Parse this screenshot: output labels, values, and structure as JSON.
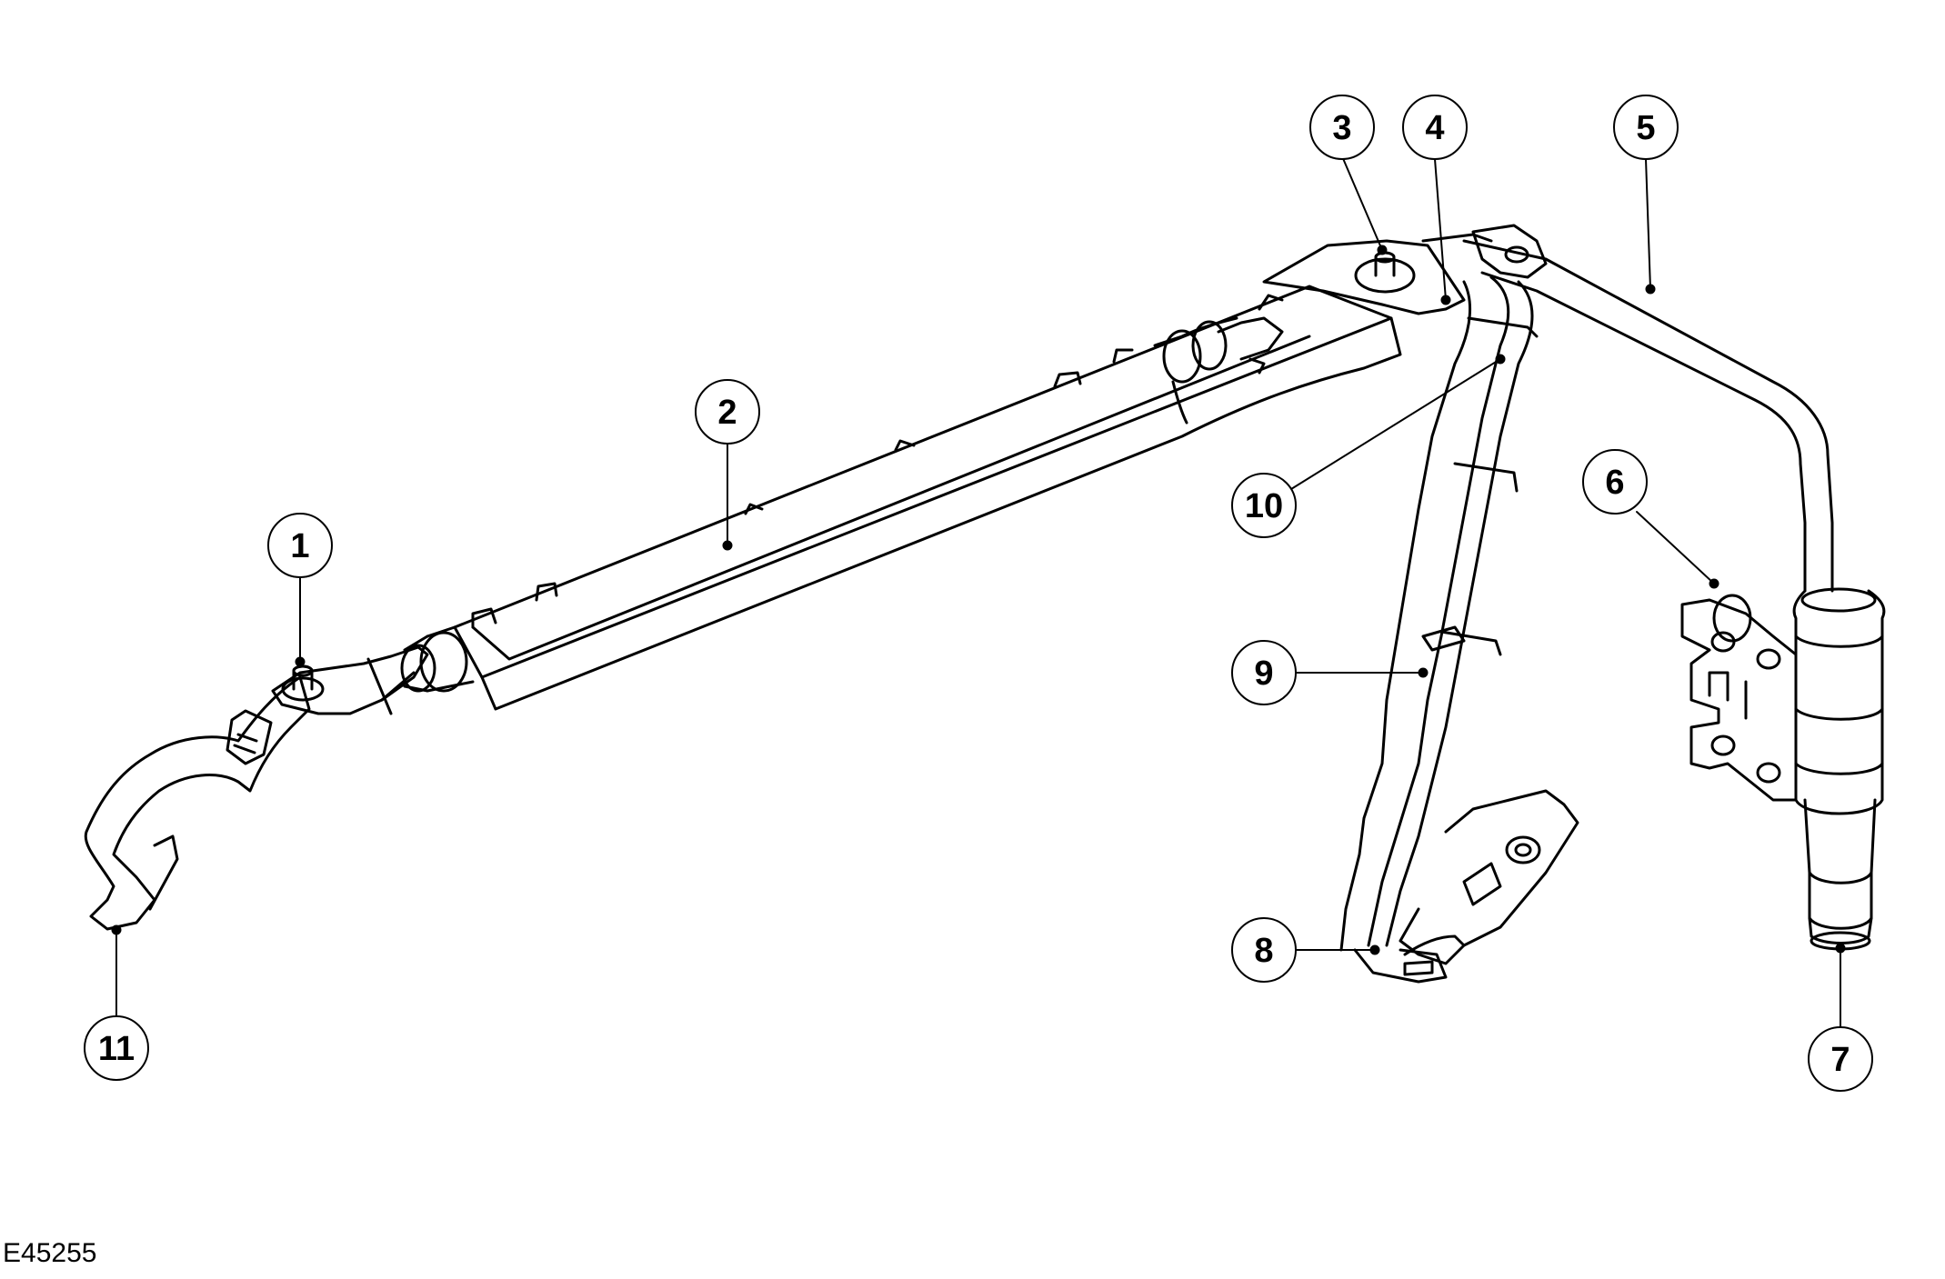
{
  "figure_id": "E45255",
  "colors": {
    "line": "#000000",
    "background": "#ffffff"
  },
  "callouts": [
    {
      "id": "c1",
      "label": "1"
    },
    {
      "id": "c2",
      "label": "2"
    },
    {
      "id": "c3",
      "label": "3"
    },
    {
      "id": "c4",
      "label": "4"
    },
    {
      "id": "c5",
      "label": "5"
    },
    {
      "id": "c6",
      "label": "6"
    },
    {
      "id": "c7",
      "label": "7"
    },
    {
      "id": "c8",
      "label": "8"
    },
    {
      "id": "c9",
      "label": "9"
    },
    {
      "id": "c10",
      "label": "10"
    },
    {
      "id": "c11",
      "label": "11"
    }
  ]
}
